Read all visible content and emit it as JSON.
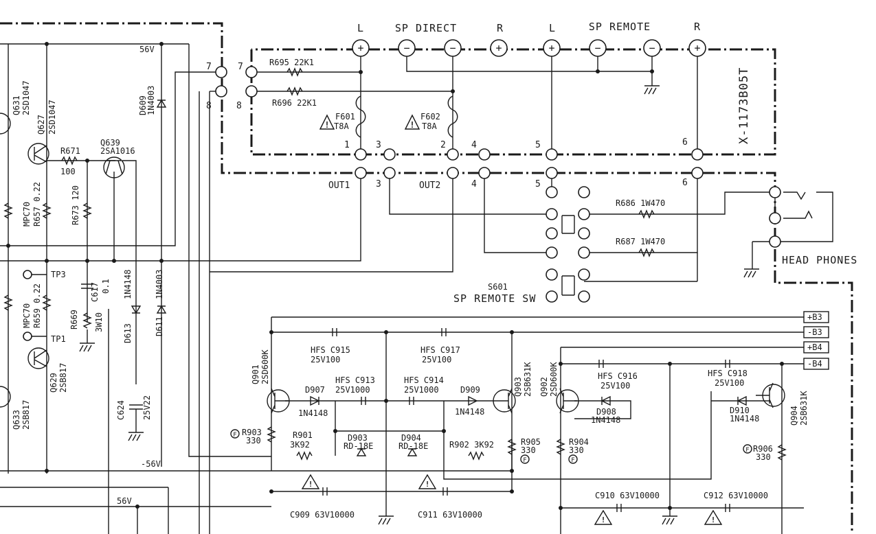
{
  "terminals": {
    "groups": [
      "SP DIRECT",
      "SP REMOTE"
    ],
    "labels": [
      "L",
      "R",
      "L",
      "R"
    ],
    "polarity": [
      "+",
      "−",
      "−",
      "+",
      "+",
      "−",
      "−",
      "+"
    ]
  },
  "board_id": "X-1173B05T",
  "headphones": "HEAD PHONES",
  "switch": {
    "ref": "S601",
    "name": "SP REMOTE SW"
  },
  "outputs": [
    "OUT1",
    "OUT2"
  ],
  "pins": [
    "7",
    "7",
    "8",
    "8",
    "1",
    "2",
    "3",
    "3",
    "4",
    "4",
    "5",
    "5",
    "6",
    "6"
  ],
  "resistors": [
    "R695  22K1",
    "R696  22K1",
    "R686  1W470",
    "R687  1W470",
    "R671",
    "100",
    "R673  120",
    "R657  0.22",
    "MPC70",
    "R659  0.22",
    "MPC70",
    "R669",
    "3W10"
  ],
  "fuses": [
    "F601",
    "T8A",
    "F602",
    "T8A"
  ],
  "transistors": [
    "Q631",
    "2SD1047",
    "Q627",
    "2SD1047",
    "Q639",
    "2SA1016",
    "Q629",
    "2SB817",
    "Q633",
    "2SB817"
  ],
  "diodes": [
    "D609",
    "1N4003",
    "D613",
    "1N4148",
    "D611",
    "1N4003"
  ],
  "caps_left": [
    "C617",
    "0.1",
    "C624",
    "25V22"
  ],
  "test_points": [
    "TP3",
    "TP1"
  ],
  "rails": [
    "56V",
    "-56V",
    "56V"
  ],
  "bus_tags": [
    "+B3",
    "-B3",
    "+B4",
    "-B4"
  ],
  "power": {
    "caps": [
      "HFS  C915",
      "25V100",
      "HFS  C917",
      "25V100",
      "HFS  C913",
      "25V1000",
      "HFS C914",
      "25V1000",
      "HFS  C916",
      "25V100",
      "HFS  C918",
      "25V100",
      "C909  63V10000",
      "C911  63V10000",
      "C910  63V10000",
      "C912  63V10000"
    ],
    "transistors": [
      "Q901",
      "2SD600K",
      "Q903",
      "2SB631K",
      "Q902",
      "2SD600K",
      "Q904",
      "2SB631K"
    ],
    "diodes": [
      "D907",
      "1N4148",
      "D909",
      "1N4148",
      "D908",
      "1N4148",
      "D910",
      "1N4148",
      "D903",
      "RD-18E",
      "D904",
      "RD-18E"
    ],
    "resistors": [
      "R903",
      "330",
      "R901",
      "3K92",
      "R902  3K92",
      "R905",
      "330",
      "R904",
      "330",
      "R906",
      "330"
    ]
  }
}
